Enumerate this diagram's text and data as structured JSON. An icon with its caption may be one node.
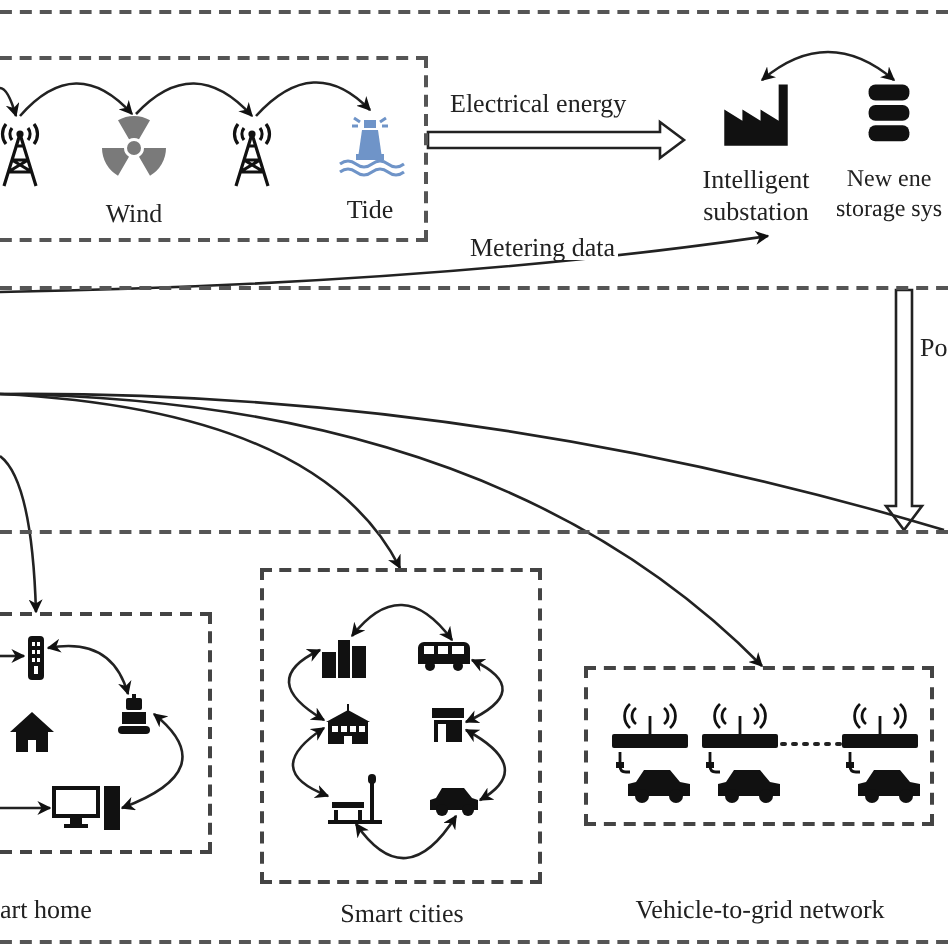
{
  "diagram": {
    "nodes": [
      {
        "text": [],
        "shape": "box"
      },
      {
        "text": [],
        "shape": "box",
        "in": 0
      },
      {
        "text": [],
        "shape": "picture",
        "in": 1
      },
      {
        "text": [
          "Wind"
        ],
        "in": 1
      },
      {
        "text": [],
        "shape": "picture",
        "in": 1
      },
      {
        "text": [
          "Tide"
        ],
        "in": 1
      },
      {
        "text": [
          "Intelligent substation"
        ],
        "in": 0
      },
      {
        "text": [
          "New ene storage sys"
        ],
        "in": 0
      },
      {
        "text": [],
        "shape": "box"
      },
      {
        "text": [
          "art home"
        ],
        "in": 8
      },
      {
        "text": [
          "Smart cities"
        ],
        "in": 8
      },
      {
        "text": [
          "Vehicle-to-grid network"
        ],
        "in": 8
      },
      {
        "text": [],
        "shape": "picture",
        "in": 9
      },
      {
        "text": [],
        "shape": "picture",
        "in": 9
      },
      {
        "text": [],
        "shape": "picture",
        "in": 9
      },
      {
        "text": [],
        "shape": "picture",
        "in": 9
      },
      {
        "text": [],
        "shape": "picture",
        "in": 10
      },
      {
        "text": [],
        "shape": "picture",
        "in": 10
      },
      {
        "text": [],
        "shape": "picture",
        "in": 10
      },
      {
        "text": [],
        "shape": "picture",
        "in": 10
      },
      {
        "text": [],
        "shape": "picture",
        "in": 10
      },
      {
        "text": [],
        "shape": "picture",
        "in": 10
      },
      {
        "text": [],
        "shape": "picture",
        "in": 11
      },
      {
        "text": [],
        "shape": "picture",
        "in": 11
      },
      {
        "text": [],
        "shape": "picture",
        "in": 11
      }
    ],
    "edges": [
      {
        "from": null,
        "to": 2,
        "arrow": "to"
      },
      {
        "from": 2,
        "to": 3,
        "arrow": "to"
      },
      {
        "from": 3,
        "to": 4,
        "arrow": "to"
      },
      {
        "from": 4,
        "to": 5,
        "arrow": "to"
      },
      {
        "from": 1,
        "to": 6,
        "arrow": "to",
        "label": "Electrical energy",
        "style": "thick"
      },
      {
        "from": 6,
        "to": 7,
        "arrow": "both"
      },
      {
        "from": null,
        "to": 6,
        "arrow": "to",
        "label": "Metering data"
      },
      {
        "from": 0,
        "to": 8,
        "arrow": "to",
        "style": "thick"
      },
      {
        "from": null,
        "to": 8,
        "arrow": "none"
      },
      {
        "from": null,
        "to": 9,
        "arrow": "to"
      },
      {
        "from": null,
        "to": 10,
        "arrow": "to"
      },
      {
        "from": null,
        "to": 11,
        "arrow": "to"
      },
      {
        "from": null,
        "to": 12,
        "arrow": "to"
      },
      {
        "from": 12,
        "to": 13,
        "arrow": "both"
      },
      {
        "from": 13,
        "to": 15,
        "arrow": "both"
      },
      {
        "from": null,
        "to": 15,
        "arrow": "to"
      },
      {
        "from": 16,
        "to": 17,
        "arrow": "both"
      },
      {
        "from": 16,
        "to": 18,
        "arrow": "both"
      },
      {
        "from": 18,
        "to": 20,
        "arrow": "both"
      },
      {
        "from": 20,
        "to": 21,
        "arrow": "both"
      },
      {
        "from": 17,
        "to": 19,
        "arrow": "both"
      },
      {
        "from": 19,
        "to": 21,
        "arrow": "both"
      },
      {
        "from": 23,
        "to": 24,
        "arrow": "none",
        "style": "dashed"
      }
    ],
    "labels": [
      "Po"
    ]
  }
}
